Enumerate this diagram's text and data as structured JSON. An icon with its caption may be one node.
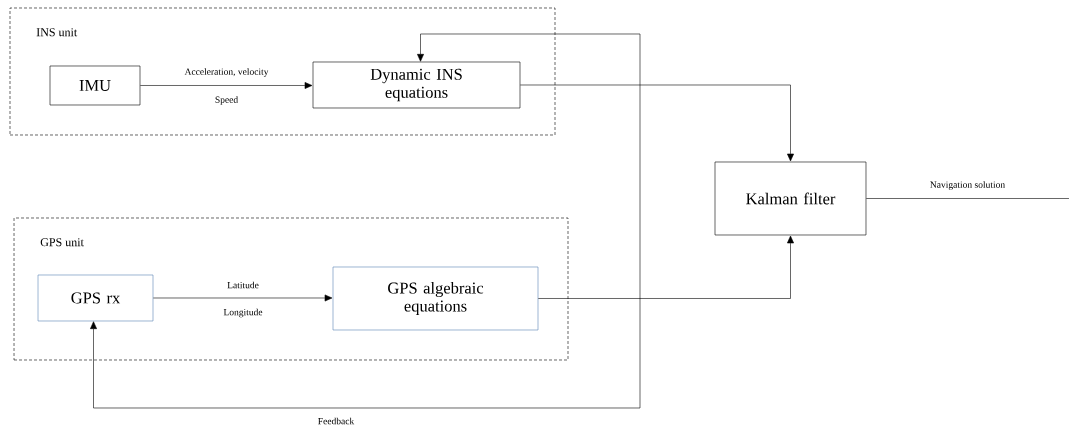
{
  "diagram": {
    "nodes": [
      {
        "text": [
          "INS unit"
        ]
      },
      {
        "text": [
          "IMU"
        ],
        "in": 0
      },
      {
        "text": [
          "Dynamic INS equations"
        ],
        "in": 0
      },
      {
        "text": [
          "GPS unit"
        ]
      },
      {
        "text": [
          "GPS rx"
        ],
        "in": 3
      },
      {
        "text": [
          "GPS algebraic equations"
        ],
        "in": 3
      },
      {
        "text": [
          "Kalman filter"
        ]
      }
    ],
    "edges": [
      {
        "from": 1,
        "to": 2,
        "arrow": "to",
        "label": "Acceleration, velocity"
      },
      {
        "from": 4,
        "to": 5,
        "arrow": "to",
        "label": "Latitude"
      },
      {
        "from": 2,
        "to": 6,
        "arrow": "to"
      },
      {
        "from": 5,
        "to": 6,
        "arrow": "to"
      },
      {
        "from": 6,
        "to": null,
        "arrow": "none",
        "label": "Navigation solution"
      },
      {
        "from": 4,
        "to": 2,
        "arrow": "both",
        "label": "Feedback"
      }
    ],
    "labels": [
      "Speed",
      "Longitude"
    ]
  }
}
